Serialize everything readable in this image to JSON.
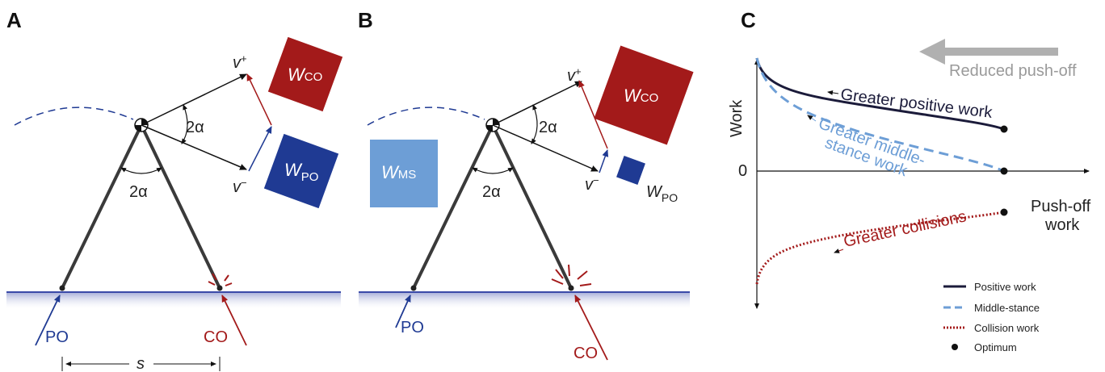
{
  "colors": {
    "dark_red": "#a31a1a",
    "dark_blue": "#1f3a93",
    "light_blue": "#6d9ed6",
    "navy": "#1b1b3a",
    "grey_arrow": "#b0b0b0",
    "ground": "#3a4aa8"
  },
  "panel_a": {
    "letter": "A",
    "v_plus": "v",
    "v_plus_sup": "+",
    "v_minus": "v",
    "v_minus_sup": "−",
    "angle_top": "2α",
    "angle_legs": "2α",
    "box_co": "W",
    "box_co_sub": "CO",
    "box_po": "W",
    "box_po_sub": "PO",
    "po_label": "PO",
    "co_label": "CO",
    "step_label": "s"
  },
  "panel_b": {
    "letter": "B",
    "v_plus": "v",
    "v_plus_sup": "+",
    "v_minus": "v",
    "v_minus_sup": "−",
    "angle_top": "2α",
    "angle_legs": "2α",
    "box_ms": "W",
    "box_ms_sub": "MS",
    "box_co": "W",
    "box_co_sub": "CO",
    "box_po": "W",
    "box_po_sub": "PO",
    "po_label": "PO",
    "co_label": "CO"
  },
  "panel_c": {
    "letter": "C",
    "y_axis_label": "Work",
    "zero_label": "0",
    "x_axis_label_1": "Push-off",
    "x_axis_label_2": "work",
    "reduced_label": "Reduced push-off",
    "ann_positive": "Greater positive work",
    "ann_middle_1": "Greater middle-",
    "ann_middle_2": "stance work",
    "ann_collisions": "Greater collisions",
    "legend": [
      {
        "label": "Positive work",
        "style": "solid",
        "color": "#1b1b3a"
      },
      {
        "label": "Middle-stance",
        "style": "dashed",
        "color": "#6d9ed6"
      },
      {
        "label": "Collision work",
        "style": "dotted",
        "color": "#a31a1a"
      },
      {
        "label": "Optimum",
        "style": "dot",
        "color": "#111111"
      }
    ]
  }
}
